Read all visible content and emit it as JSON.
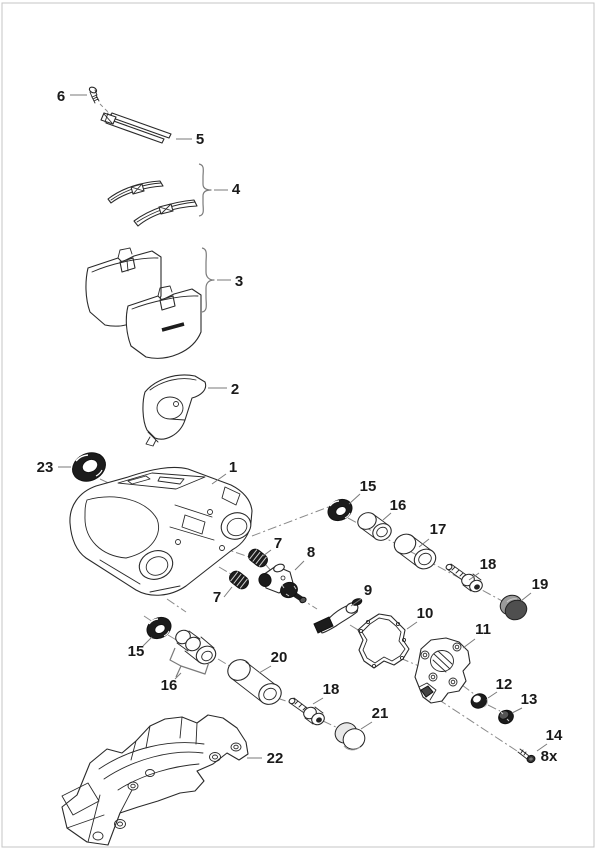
{
  "diagram": {
    "type": "exploded-parts-diagram",
    "subject": "disc brake caliper assembly",
    "background_color": "#ffffff",
    "line_color": "#2a2a2a",
    "leader_color": "#7a7a7a",
    "centerline_color": "#8a8a8a",
    "dark_fill": "#1c1c1c",
    "label_color": "#1a1a1a",
    "callouts": [
      {
        "label": "6"
      },
      {
        "label": "5"
      },
      {
        "label": "4"
      },
      {
        "label": "3"
      },
      {
        "label": "2"
      },
      {
        "label": "23"
      },
      {
        "label": "1"
      },
      {
        "label": "15"
      },
      {
        "label": "16"
      },
      {
        "label": "17"
      },
      {
        "label": "18"
      },
      {
        "label": "19"
      },
      {
        "label": "7"
      },
      {
        "label": "8"
      },
      {
        "label": "9"
      },
      {
        "label": "10"
      },
      {
        "label": "11"
      },
      {
        "label": "12"
      },
      {
        "label": "13"
      },
      {
        "label": "14"
      },
      {
        "label": "7"
      },
      {
        "label": "15"
      },
      {
        "label": "16"
      },
      {
        "label": "20"
      },
      {
        "label": "18"
      },
      {
        "label": "21"
      },
      {
        "label": "22"
      }
    ],
    "quantity_note": {
      "text": "8x",
      "applies_to": "14"
    }
  }
}
